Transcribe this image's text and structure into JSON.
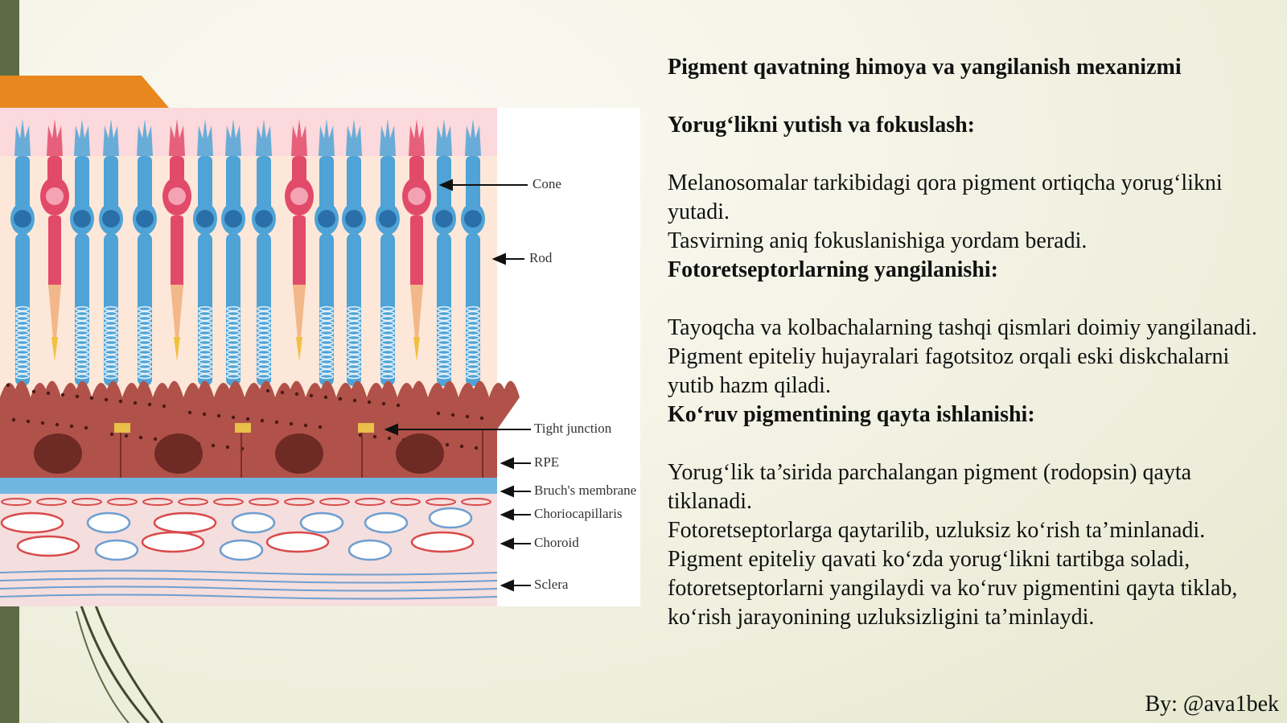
{
  "slide": {
    "title": "Pigment qavatning himoya va yangilanish mexanizmi",
    "author": "By: @ava1bek"
  },
  "diagram": {
    "labels": {
      "cone": "Cone",
      "rod": "Rod",
      "tight_junction": "Tight junction",
      "rpe": "RPE",
      "bruch": "Bruch's membrane",
      "choriocapillaris": "Choriocapillaris",
      "choroid": "Choroid",
      "sclera": "Sclera"
    }
  },
  "sections": [
    {
      "heading": "Yorug‘likni yutish va fokuslash:",
      "lines": [
        "Melanosomalar tarkibidagi qora pigment ortiqcha yorug‘likni yutadi.",
        "Tasvirning aniq fokuslanishiga yordam beradi."
      ]
    },
    {
      "heading": "Fotoretseptorlarning yangilanishi:",
      "lines": [
        "Tayoqcha va kolbachalarning tashqi qismlari doimiy yangilanadi.",
        "Pigment epiteliy hujayralari fagotsitoz orqali eski diskchalarni yutib hazm qiladi."
      ]
    },
    {
      "heading": "Ko‘ruv pigmentining qayta ishlanishi:",
      "lines": [
        "Yorug‘lik ta’sirida parchalangan pigment (rodopsin) qayta tiklanadi.",
        "Fotoretseptorlarga qaytarilib, uzluksiz ko‘rish ta’minlanadi.",
        "Pigment epiteliy qavati ko‘zda yorug‘likni tartibga soladi, fotoretseptorlarni yangilaydi va ko‘ruv pigmentini qayta tiklab, ko‘rish jarayonining uzluksizligini ta’minlaydi."
      ]
    }
  ],
  "colors": {
    "accent_orange": "#e8871e",
    "side_bar": "#5d6b44",
    "rod_blue": "#4fa3d6",
    "cone_pink": "#e24a6a",
    "rpe_brown": "#b0524a"
  }
}
